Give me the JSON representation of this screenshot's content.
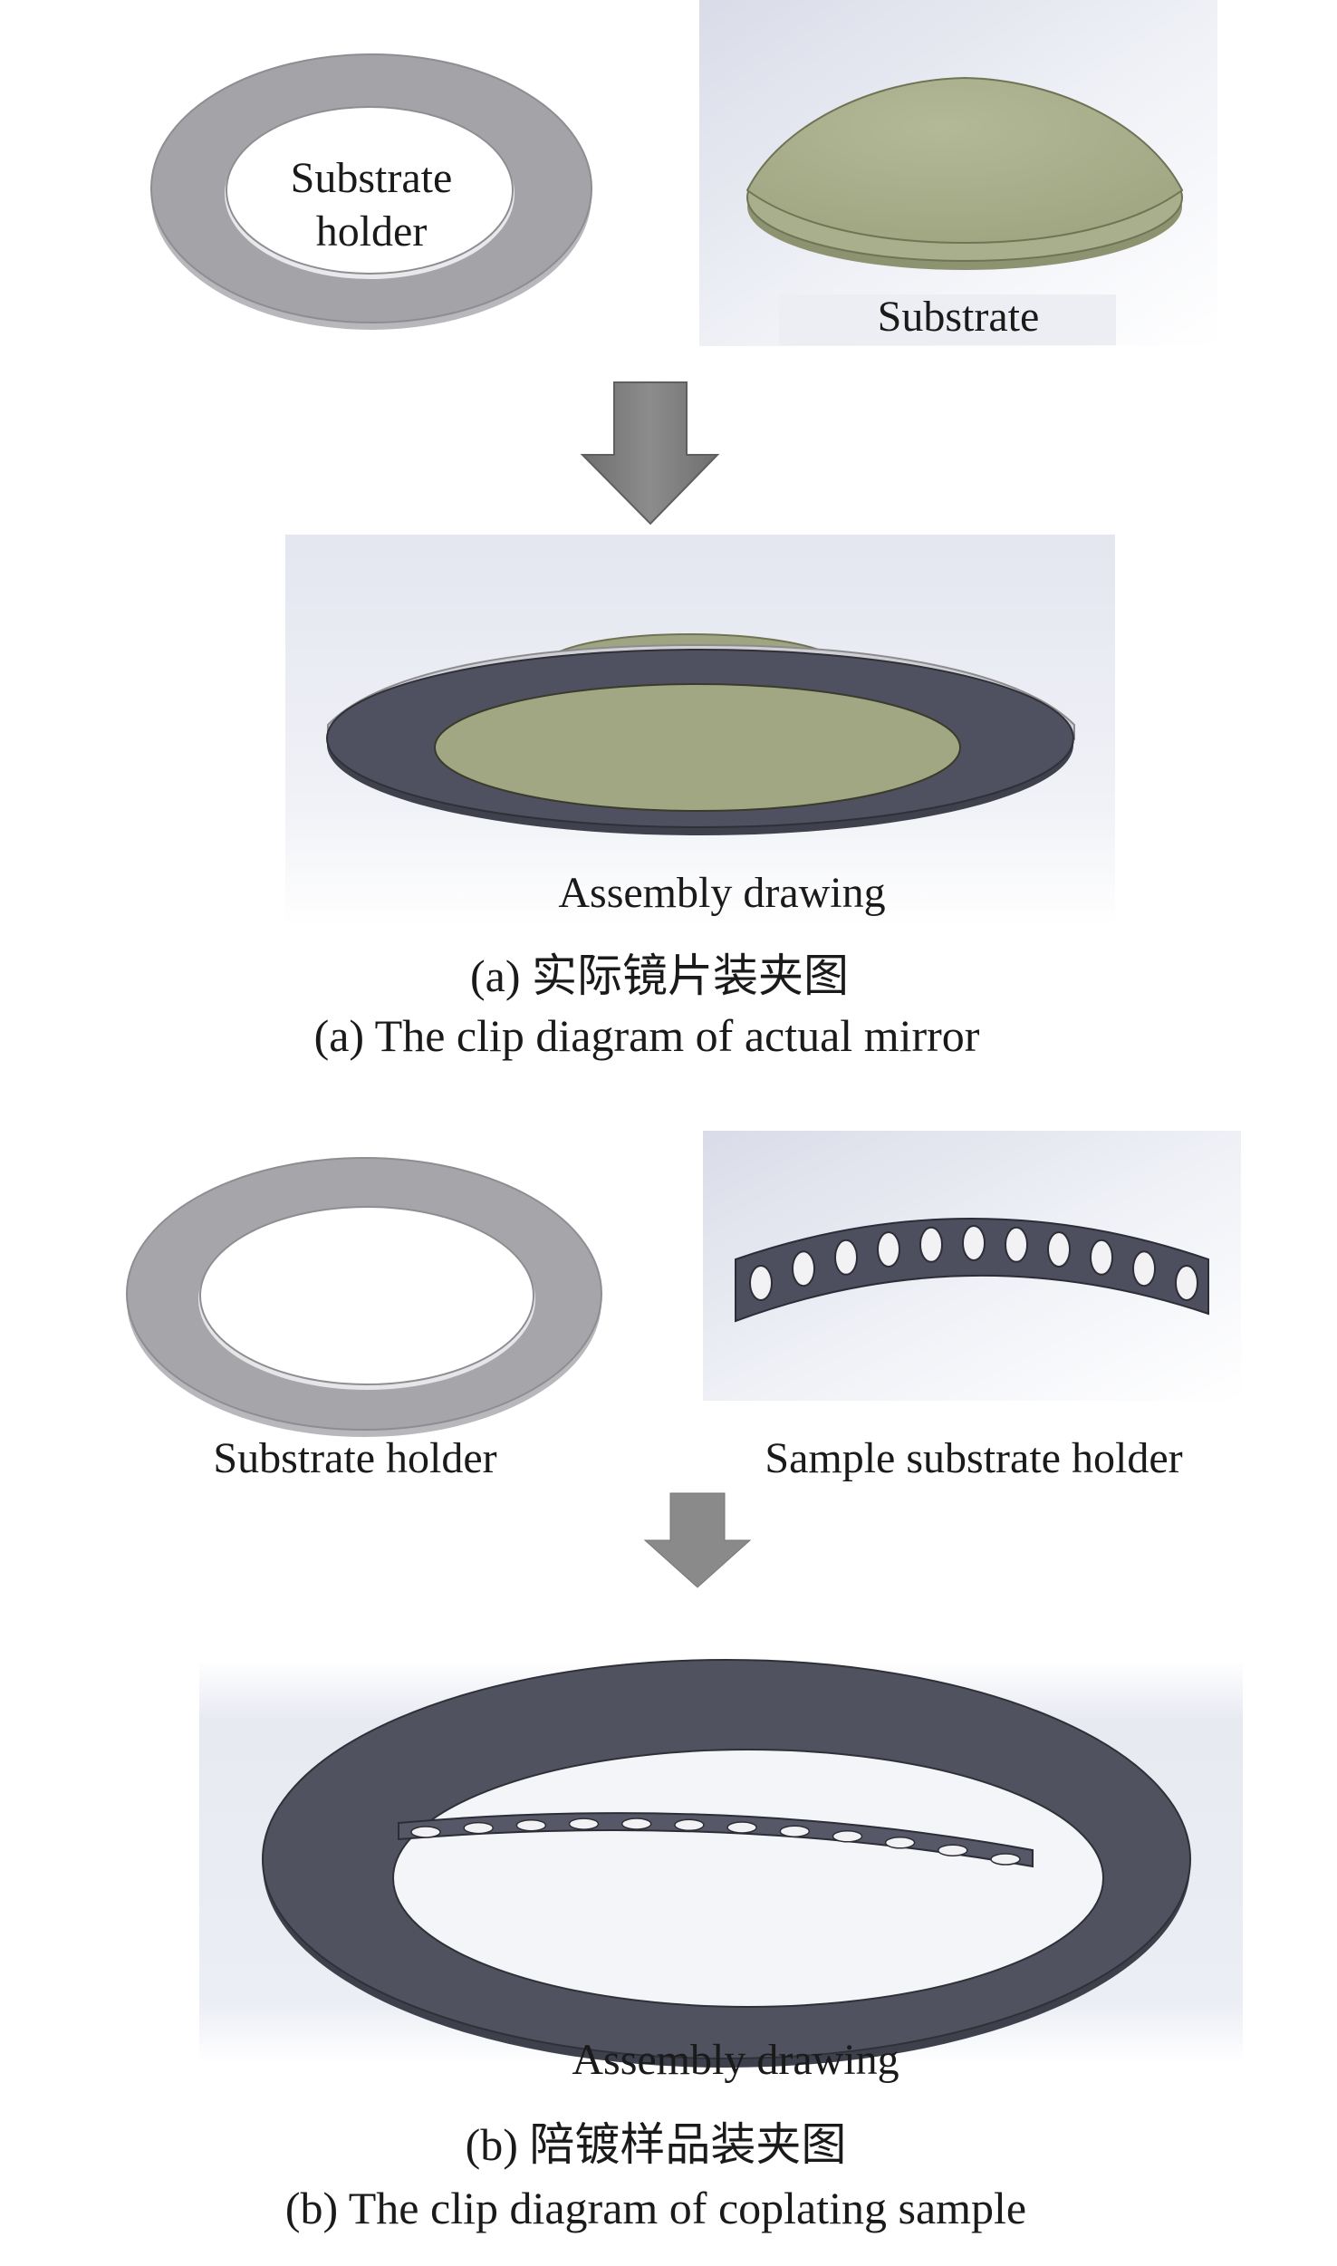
{
  "figure_a": {
    "parts": {
      "substrate_holder_label_line1": "Substrate",
      "substrate_holder_label_line2": "holder",
      "substrate_label": "Substrate"
    },
    "assembly_label": "Assembly drawing",
    "caption_cn": "(a) 实际镜片装夹图",
    "caption_en": "(a) The clip diagram of actual mirror"
  },
  "figure_b": {
    "parts": {
      "substrate_holder_label": "Substrate holder",
      "sample_holder_label": "Sample substrate holder"
    },
    "assembly_label": "Assembly drawing",
    "caption_cn": "(b) 陪镀样品装夹图",
    "caption_en": "(b) The clip diagram of coplating sample"
  },
  "colors": {
    "ring_top": "#a9a9ad",
    "ring_edge": "#d8d8db",
    "dark_ring": "#4b4d5a",
    "substrate": "#a8ae8a",
    "substrate_dark": "#868c6a",
    "arrow": "#808080",
    "panel_bg": "#e6e8f2"
  }
}
